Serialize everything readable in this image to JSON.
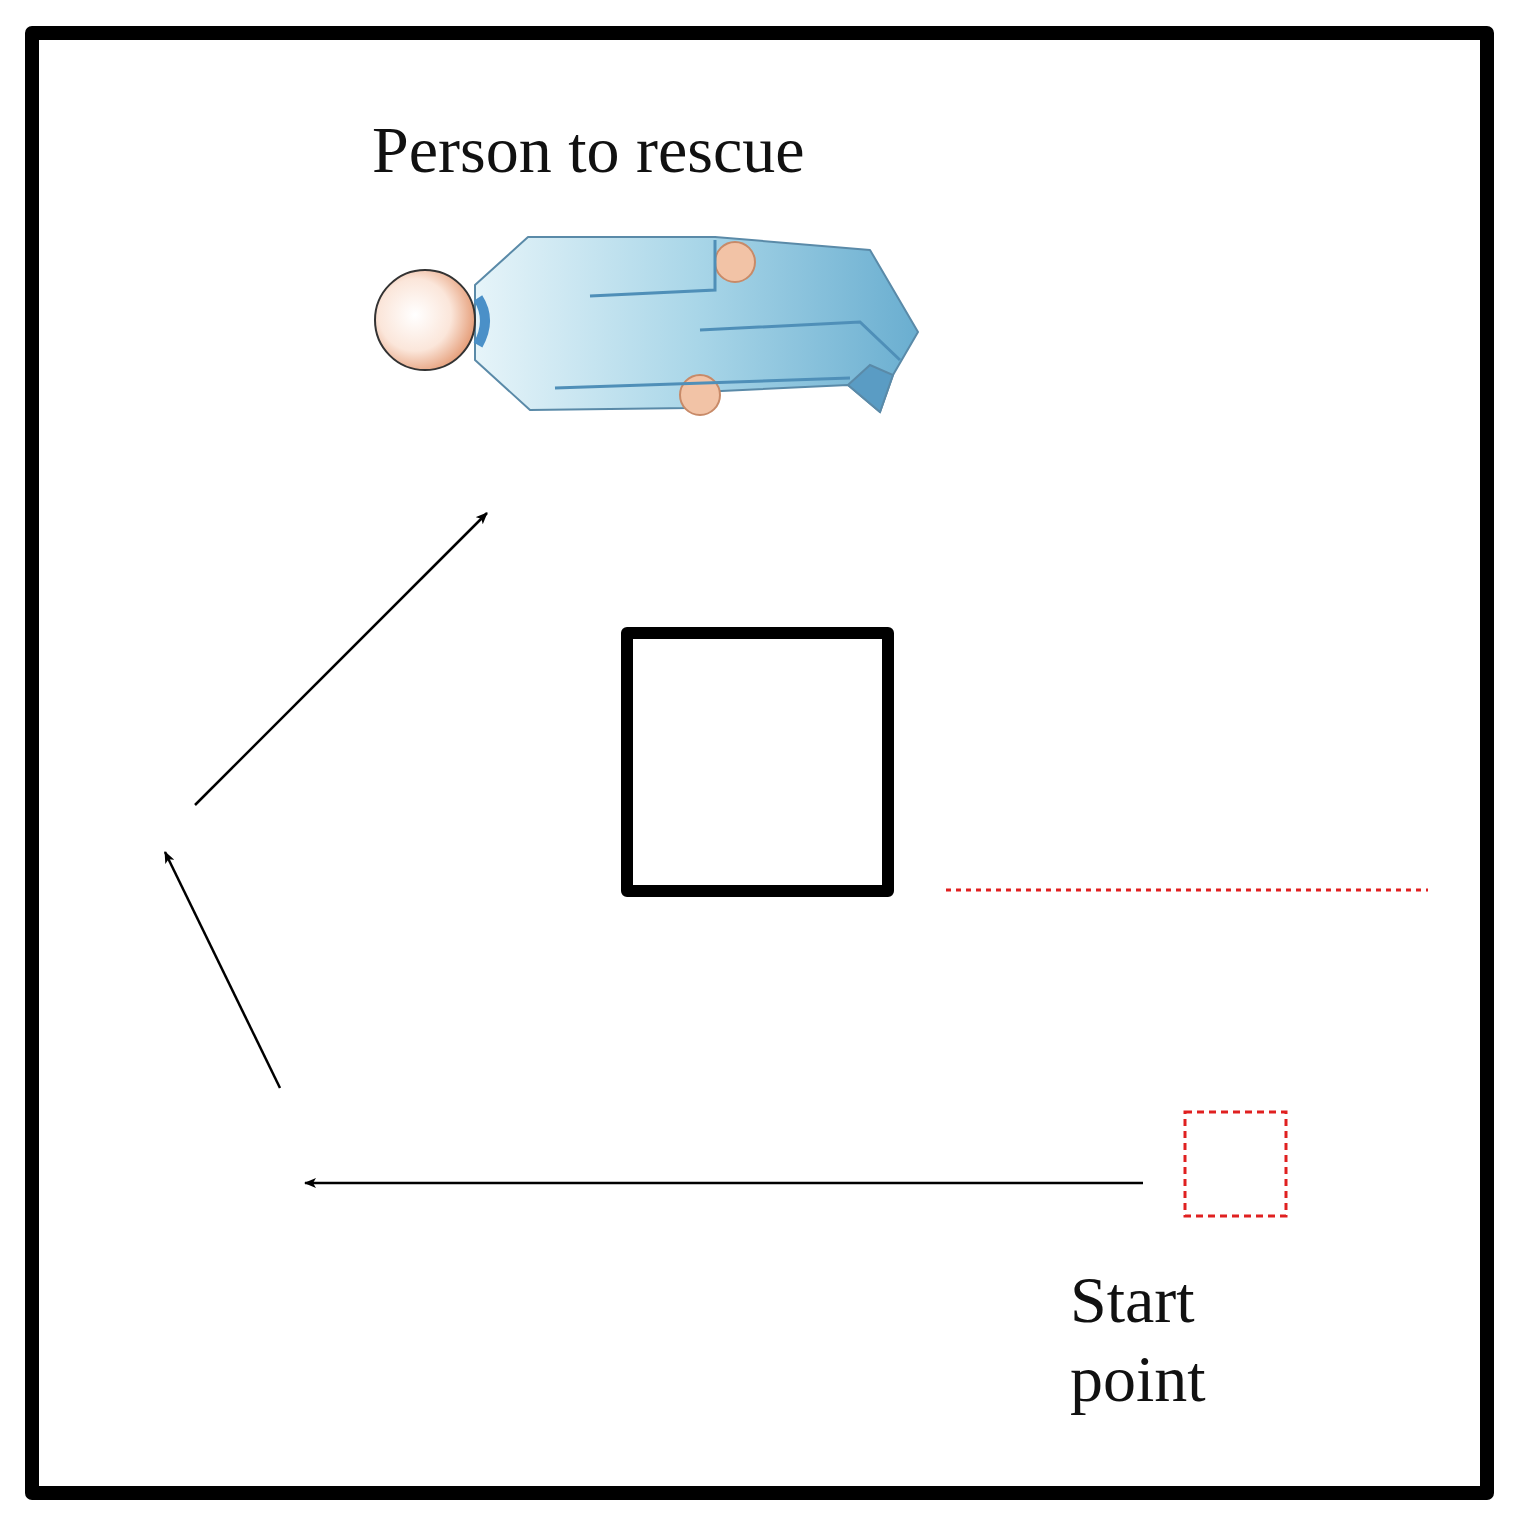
{
  "diagram": {
    "nodes": [
      {
        "text": [
          "Person to rescue"
        ]
      },
      {
        "text": [
          "Start point"
        ]
      }
    ],
    "edges": [
      {
        "from": 1,
        "to": 0,
        "arrow": "to"
      }
    ]
  }
}
